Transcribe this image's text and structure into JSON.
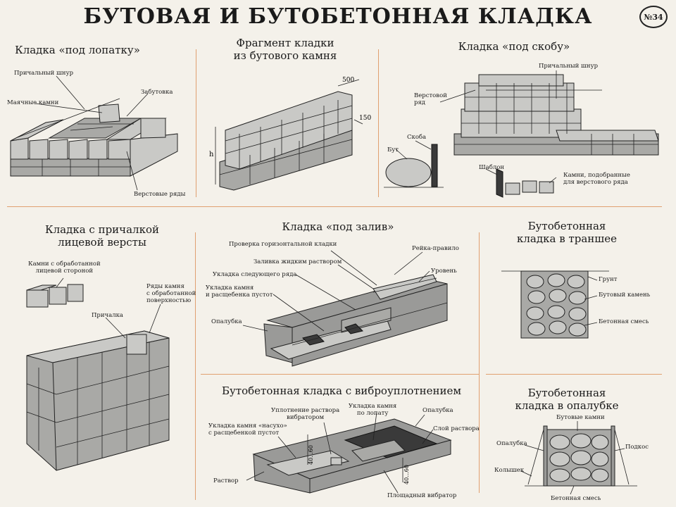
{
  "title": "БУТОВАЯ И БУТОБЕТОННАЯ КЛАДКА",
  "badge": "№34",
  "panels": {
    "lopatku": {
      "heading": "Кладка «под лопатку»",
      "labels": [
        "Причальный шнур",
        "Забутовка",
        "Маячные камни",
        "Верстовые ряды"
      ]
    },
    "fragment": {
      "heading": "Фрагмент кладки\nиз бутового камня",
      "dims": [
        "500",
        "150",
        "h"
      ]
    },
    "skobu": {
      "heading": "Кладка «под скобу»",
      "labels": [
        "Причальный шнур",
        "Верстовой\nряд",
        "Скоба",
        "Бут",
        "Шаблон",
        "Камни, подобранные\nдля верстового ряда"
      ]
    },
    "prichalka": {
      "heading": "Кладка с причалкой\nлицевой версты",
      "labels": [
        "Камни с обработанной\nлицевой стороной",
        "Ряды камня\nс обработанной\nповерхностью",
        "Причалка"
      ]
    },
    "zaliv": {
      "heading": "Кладка «под залив»",
      "labels": [
        "Проверка горизонтальной кладки",
        "Рейка-правило",
        "Заливка жидким раствором",
        "Уровень",
        "Укладка следующего ряда",
        "Укладка камня\nи расщебенка пустот",
        "Опалубка"
      ]
    },
    "vibro": {
      "heading": "Бутобетонная кладка с виброуплотнением",
      "labels": [
        "Уплотнение раствора\nвибратором",
        "Укладка камня\nпо лопату",
        "Опалубка",
        "Укладка камня «насухо»\nс расщебенкой пустот",
        "Слой раствора",
        "Раствор",
        "Площадный вибратор"
      ],
      "dims": [
        "40...60",
        "40...60"
      ]
    },
    "transhee": {
      "heading": "Бутобетонная\nкладка в траншее",
      "labels": [
        "Грунт",
        "Бутовый камень",
        "Бетонная смесь"
      ]
    },
    "opalubke": {
      "heading": "Бутобетонная\nкладка в опалубке",
      "labels": [
        "Бутовые камни",
        "Опалубка",
        "Подкос",
        "Колышек",
        "Бетонная смесь"
      ]
    }
  }
}
